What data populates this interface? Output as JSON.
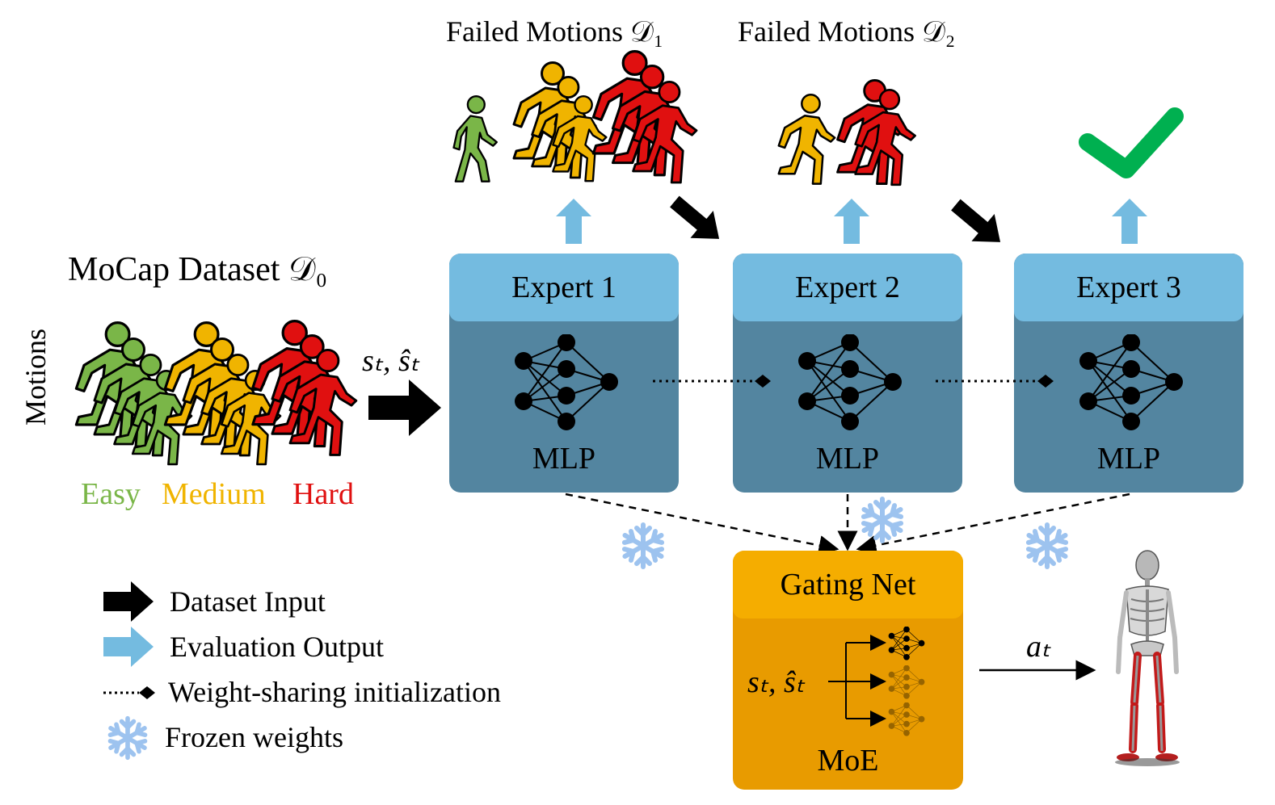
{
  "titles": {
    "dataset": "MoCap Dataset 𝒟₀",
    "failed1": "Failed Motions 𝒟₁",
    "failed2": "Failed Motions 𝒟₂"
  },
  "side_label": "Motions",
  "difficulty": {
    "easy": "Easy",
    "medium": "Medium",
    "hard": "Hard"
  },
  "input_label": "sₜ, ŝₜ",
  "experts": [
    {
      "name": "Expert 1",
      "module": "MLP"
    },
    {
      "name": "Expert 2",
      "module": "MLP"
    },
    {
      "name": "Expert 3",
      "module": "MLP"
    }
  ],
  "gating": {
    "name": "Gating Net",
    "module": "MoE",
    "input": "sₜ, ŝₜ"
  },
  "output_label": "aₜ",
  "legend": [
    {
      "icon": "black-arrow-icon",
      "label": "Dataset Input"
    },
    {
      "icon": "blue-arrow-icon",
      "label": "Evaluation Output"
    },
    {
      "icon": "dotted-diamond-icon",
      "label": "Weight-sharing initialization"
    },
    {
      "icon": "snowflake-icon",
      "label": "Frozen weights"
    }
  ],
  "colors": {
    "easy": "#7ab648",
    "medium": "#f0b400",
    "hard": "#e01010",
    "expert_head": "#74bbe0",
    "expert_body": "#5385a0",
    "gating_head": "#f5ad00",
    "gating_body": "#e89b00",
    "check": "#00b050",
    "snowflake": "#9dc3ef",
    "eval_arrow": "#74bbe0"
  }
}
